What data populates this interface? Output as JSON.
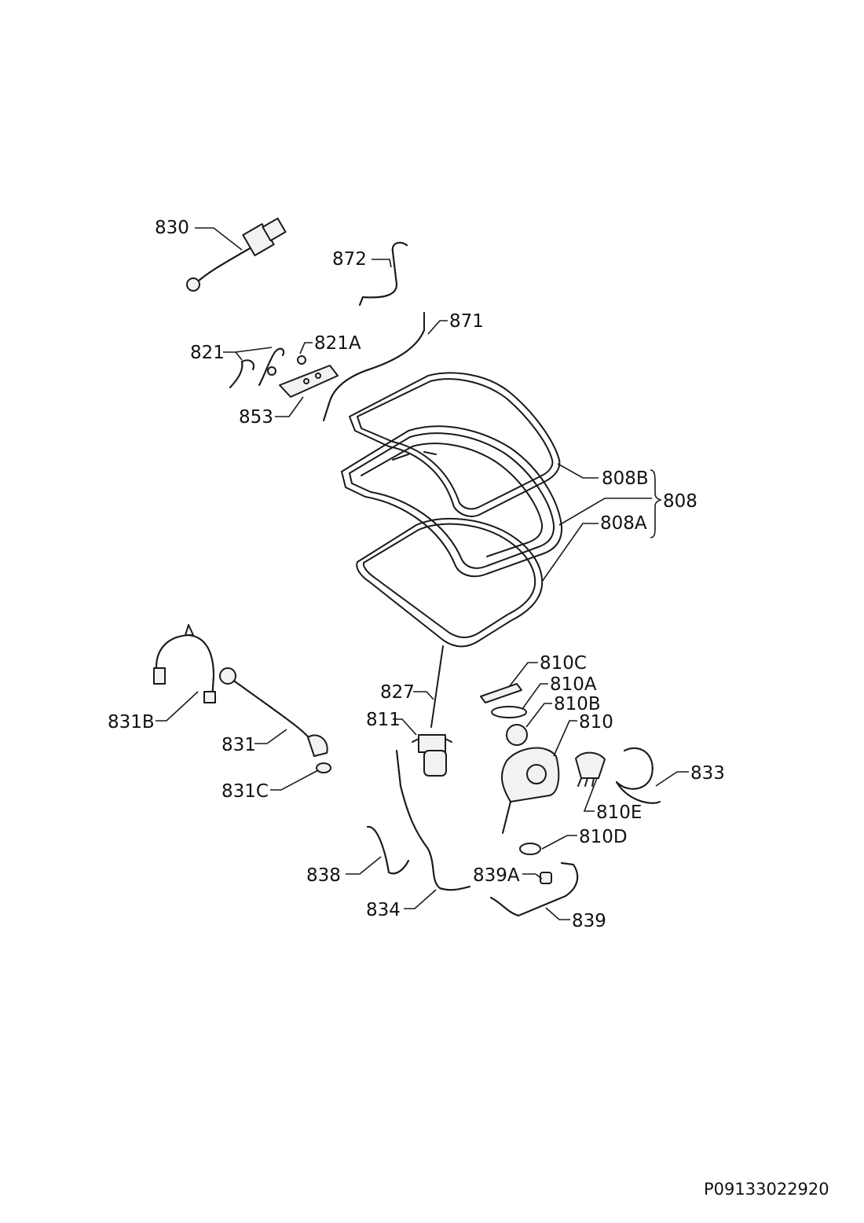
{
  "diagram": {
    "document_number": "P09133022920",
    "callouts": {
      "c830": "830",
      "c872": "872",
      "c871": "871",
      "c821": "821",
      "c821A": "821A",
      "c853": "853",
      "c808B": "808B",
      "c808": "808",
      "c808A": "808A",
      "c810C": "810C",
      "c810A": "810A",
      "c810B": "810B",
      "c810": "810",
      "c827": "827",
      "c811": "811",
      "c831B": "831B",
      "c831": "831",
      "c831C": "831C",
      "c833": "833",
      "c810E": "810E",
      "c810D": "810D",
      "c838": "838",
      "c839A": "839A",
      "c834": "834",
      "c839": "839"
    }
  }
}
